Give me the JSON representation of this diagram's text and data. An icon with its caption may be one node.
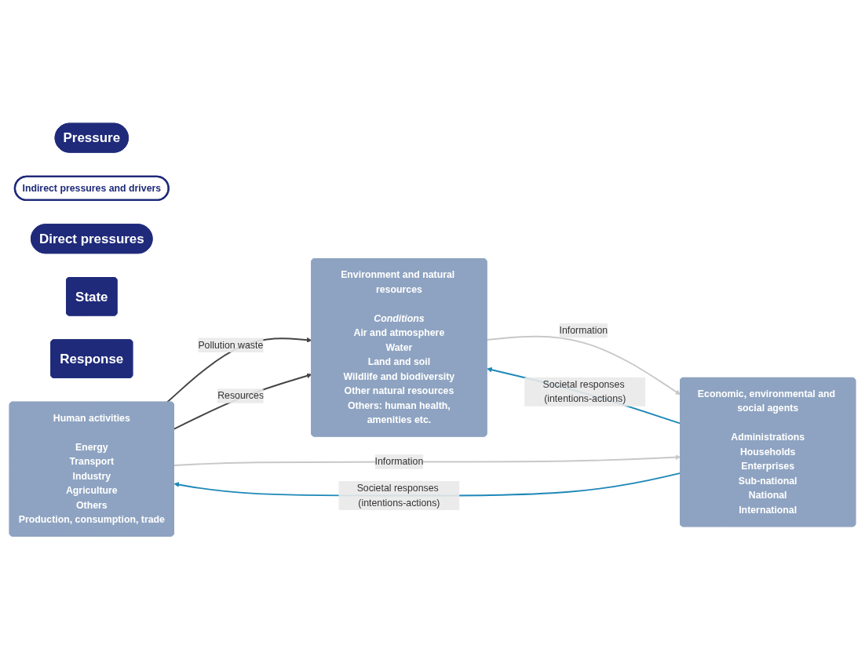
{
  "diagram": {
    "nodes": [
      {
        "text": [
          "Pressure"
        ]
      },
      {
        "text": [
          "Indirect pressures and drivers"
        ]
      },
      {
        "text": [
          "Direct pressures"
        ]
      },
      {
        "text": [
          "State"
        ]
      },
      {
        "text": [
          "Response"
        ]
      },
      {
        "text": [
          "Human activities",
          "Energy",
          "Transport",
          "Industry",
          "Agriculture",
          "Others",
          "Production, consumption, trade"
        ]
      },
      {
        "text": [
          "Environment and natural resources",
          "Conditions",
          "Air and atmosphere",
          "Water",
          "Land and soil",
          "Wildlife and biodiversity",
          "Other natural resources",
          "Others: human health,",
          "amenities etc."
        ]
      },
      {
        "text": [
          "Economic, environmental and social agents",
          "Administrations",
          "Households",
          "Enterprises",
          "Sub-national",
          "National",
          "International"
        ]
      }
    ],
    "edges": [
      {
        "from": 5,
        "to": 6,
        "arrow": "to",
        "label": "Pollution waste",
        "color": "#454545"
      },
      {
        "from": 5,
        "to": 6,
        "arrow": "to",
        "label": "Resources",
        "color": "#454545"
      },
      {
        "from": 6,
        "to": 7,
        "arrow": "to",
        "label": "Information",
        "color": "#c8c8c8"
      },
      {
        "from": 7,
        "to": 6,
        "arrow": "to",
        "label": "Societal responses (intentions-actions)",
        "color": "#1e88b8"
      },
      {
        "from": 5,
        "to": 7,
        "arrow": "to",
        "label": "Information",
        "color": "#c8c8c8"
      },
      {
        "from": 7,
        "to": 5,
        "arrow": "to",
        "label": "Societal responses (intentions-actions)",
        "color": "#1e88b8"
      }
    ]
  }
}
